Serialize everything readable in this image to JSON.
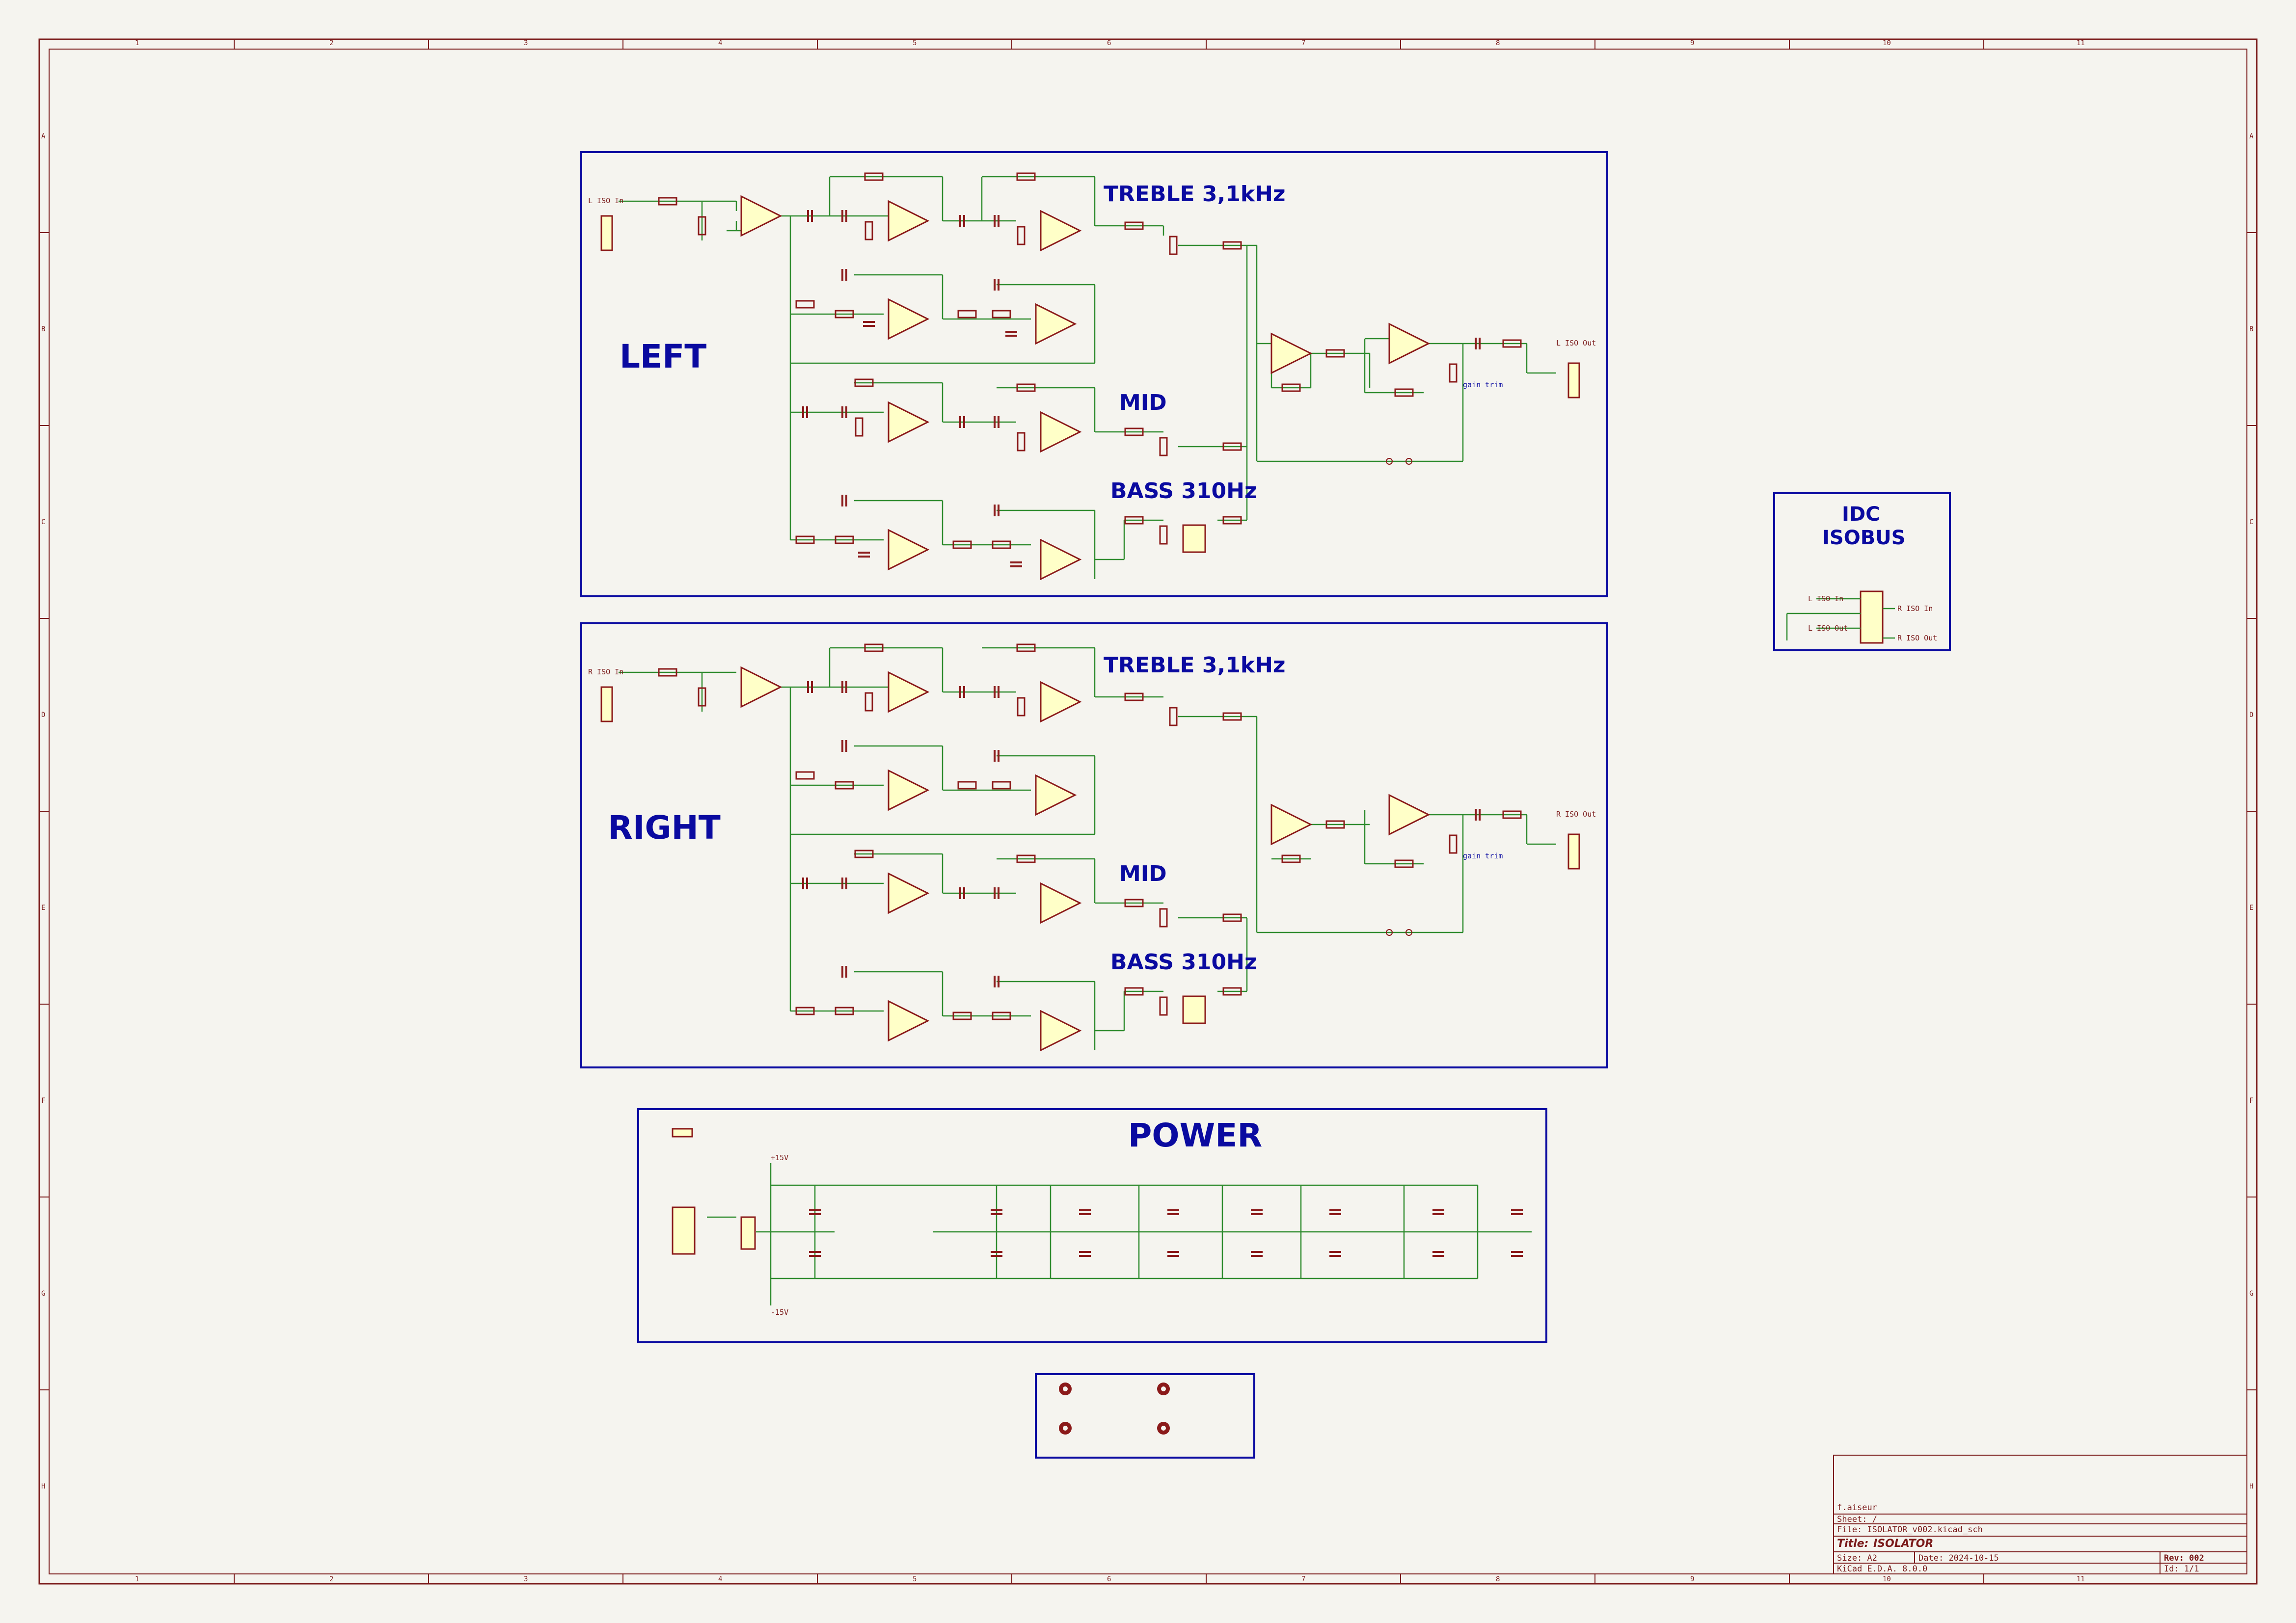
{
  "sheet": {
    "columns": [
      "1",
      "2",
      "3",
      "4",
      "5",
      "6",
      "7",
      "8",
      "9",
      "10",
      "11"
    ],
    "rows": [
      "A",
      "B",
      "C",
      "D",
      "E",
      "F",
      "G",
      "H"
    ]
  },
  "blocks": {
    "left": {
      "title": "LEFT",
      "treble": "TREBLE 3,1kHz",
      "mid": "MID",
      "bass": "BASS 310Hz",
      "input_label": "L ISO In",
      "output_label": "L ISO Out",
      "gain_trim": "gain trim"
    },
    "right": {
      "title": "RIGHT",
      "treble": "TREBLE 3,1kHz",
      "mid": "MID",
      "bass": "BASS 310Hz",
      "input_label": "R ISO In",
      "output_label": "R ISO Out",
      "gain_trim": "gain trim"
    },
    "idc": {
      "title_line1": "IDC",
      "title_line2": "ISOBUS",
      "l_in": "L ISO In",
      "r_in": "R ISO In",
      "l_out": "L ISO Out",
      "r_out": "R ISO Out"
    },
    "power": {
      "title": "POWER",
      "pos_rail": "+15V",
      "neg_rail": "-15V"
    }
  },
  "title_block": {
    "author": "f.aiseur",
    "sheet": "Sheet: /",
    "file": "File: ISOLATOR_v002.kicad_sch",
    "title_label": "Title:",
    "title": "ISOLATOR",
    "size": "Size: A2",
    "date": "Date: 2024-10-15",
    "rev": "Rev: 002",
    "tool": "KiCad E.D.A. 8.0.0",
    "id": "Id: 1/1"
  },
  "colors": {
    "frame": "#7a1a1a",
    "block_border": "#0a0aa0",
    "wire": "#2e8b2e",
    "component": "#8b1a1a",
    "opamp_fill": "#ffffc8"
  }
}
